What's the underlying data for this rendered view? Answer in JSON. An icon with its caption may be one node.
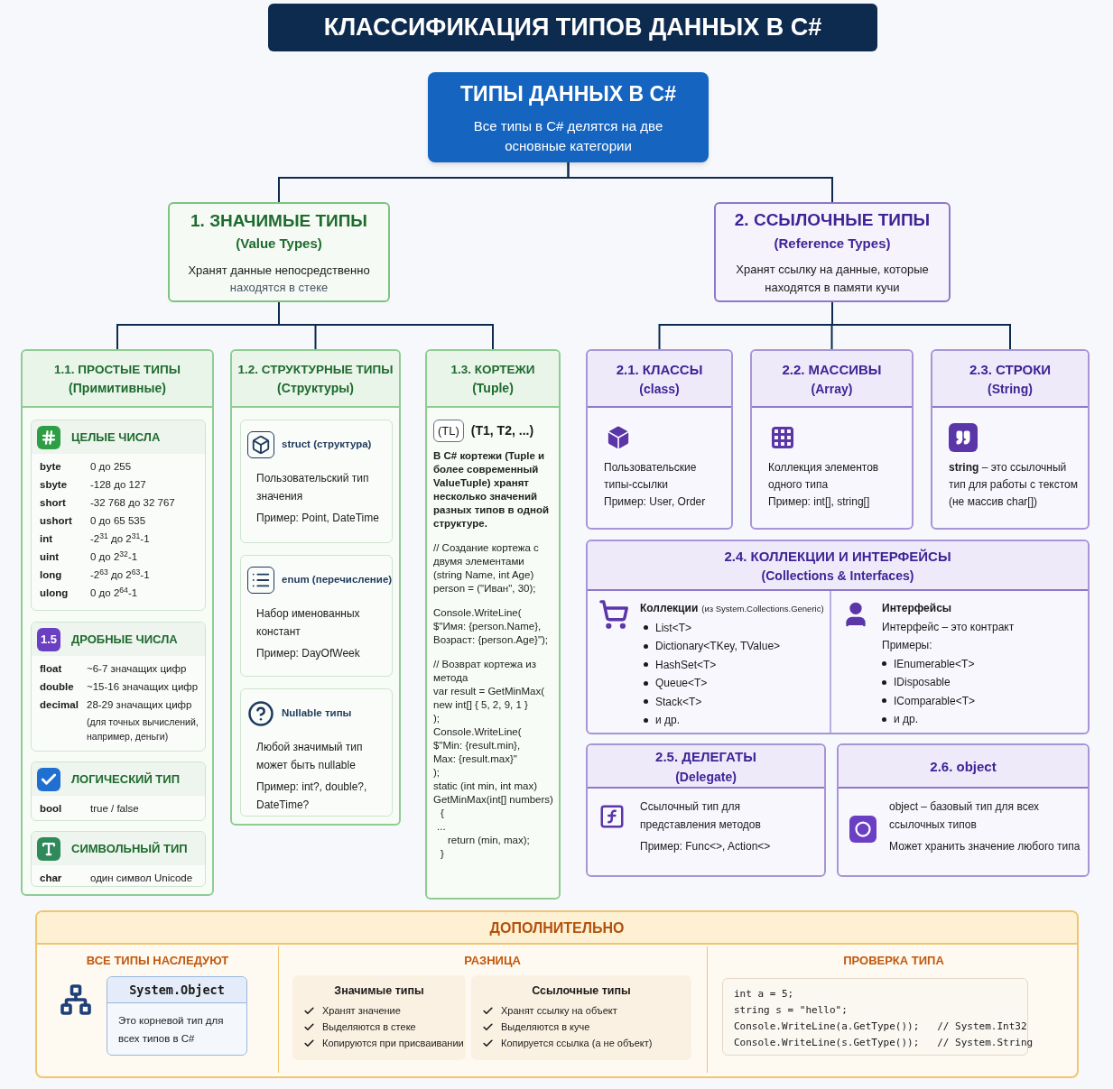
{
  "diagram": {
    "title": "КЛАССИФИКАЦИЯ ТИПОВ ДАННЫХ В C#",
    "nodes": [
      {
        "text": [
          "ТИПЫ ДАННЫХ В C#",
          "Все типы в C# делятся на две основные категории"
        ]
      },
      {
        "text": [
          "1. ЗНАЧИМЫЕ ТИПЫ",
          "(Value Types)",
          "Хранят данные непосредственно",
          "находятся в стеке"
        ]
      },
      {
        "text": [
          "2. ССЫЛОЧНЫЕ ТИПЫ",
          "(Reference Types)",
          "Хранят ссылку на данные, которые находятся в памяти кучи"
        ]
      },
      {
        "text": [
          "1.1. ПРОСТЫЕ ТИПЫ",
          "(Примитивные)"
        ]
      },
      {
        "text": [
          "ЦЕЛЫЕ ЧИСЛА",
          "byte",
          "0 до 255",
          "sbyte",
          "-128 до 127",
          "short",
          "-32 768 до 32 767",
          "ushort",
          "0 до 65 535",
          "int",
          "-2$^{31}$ до 2$^{31}$-1",
          "uint",
          "0 до 2$^{32}$-1",
          "long",
          "-2$^{63}$ до 2$^{63}$-1",
          "ulong",
          "0 до 2$^{64}$-1"
        ],
        "in": 3
      },
      {
        "text": [
          "ДРОБНЫЕ ЧИСЛА",
          "float",
          "~6-7 значащих цифр",
          "double",
          "~15-16 значащих цифр",
          "decimal",
          "28-29 значащих цифр",
          "(для точных вычислений, например, деньги)"
        ],
        "in": 3
      },
      {
        "text": [
          "ЛОГИЧЕСКИЙ ТИП",
          "bool",
          "true / false"
        ],
        "in": 3
      },
      {
        "text": [
          "СИМВОЛЬНЫЙ ТИП",
          "char",
          "один символ Unicode"
        ],
        "in": 3
      },
      {
        "text": [
          "1.2. СТРУКТУРНЫЕ ТИПЫ",
          "(Структуры)"
        ]
      },
      {
        "text": [
          "struct (структура)",
          "Пользовательский тип значения",
          "Пример: Point, DateTime"
        ],
        "in": 8
      },
      {
        "text": [
          "enum (перечисление)",
          "Набор именованных констант",
          "Пример: DayOfWeek"
        ],
        "in": 8
      },
      {
        "text": [
          "Nullable типы",
          "Любой значимый тип может быть nullable",
          "Пример: int?, double?, DateTime?"
        ],
        "in": 8
      },
      {
        "text": [
          "1.3. КОРТЕЖИ",
          "(Tuple)",
          "(T1, T2, ...)",
          "В C# кортежи (Tuple и более современный ValueTuple) хранят несколько значений разных типов в одной структуре.",
          "// Создание кортежа с двумя элементами",
          "(string Name, int Age)",
          "person = (\"Иван\", 30);",
          "Console.WriteLine(",
          "$\"Имя: {person.Name},",
          "Возраст: {person.Age}\");",
          "// Возврат кортежа из метода",
          "var result = GetMinMax(",
          "new int[] { 5, 2, 9, 1 }",
          ");",
          "Console.WriteLine(",
          "$\"Min: {result.min},",
          "Max: {result.max}\"",
          ");",
          "static (int min, int max)",
          "GetMinMax(int[] numbers)",
          "{",
          "...",
          "return (min, max);",
          "}"
        ]
      },
      {
        "text": [
          "2.1. КЛАССЫ",
          "(class)",
          "Пользовательские типы-ссылки",
          "Пример: User, Order"
        ]
      },
      {
        "text": [
          "2.2. МАССИВЫ",
          "(Array)",
          "Коллекция элементов одного типа",
          "Пример: int[], string[]"
        ]
      },
      {
        "text": [
          "2.3. СТРОКИ",
          "(String)",
          "**string** – это ссылочный тип для работы с текстом (не массив char[])"
        ]
      },
      {
        "text": [
          "2.4. КОЛЛЕКЦИИ И ИНТЕРФЕЙСЫ",
          "(Collections & Interfaces)",
          "Коллекции",
          "(из System.Collections.Generic)",
          "List<T>",
          "Dictionary<TKey, TValue>",
          "HashSet<T>",
          "Queue<T>",
          "Stack<T>",
          "и др.",
          "Интерфейсы",
          "Интерфейс – это контракт",
          "Примеры:",
          "IEnumerable<T>",
          "IDisposable",
          "IComparable<T>",
          "и др."
        ]
      },
      {
        "text": [
          "2.5. ДЕЛЕГАТЫ",
          "(Delegate)",
          "Ссылочный тип для представления методов",
          "Пример: Func<>, Action<>"
        ]
      },
      {
        "text": [
          "2.6. object",
          "object – базовый тип для всех ссылочных типов",
          "Может хранить значение любого типа"
        ]
      },
      {
        "text": [
          "ДОПОЛНИТЕЛЬНО",
          "ВСЕ ТИПЫ НАСЛЕДУЮТ",
          "РАЗНИЦА",
          "ПРОВЕРКА ТИПА"
        ]
      },
      {
        "text": [
          "System.Object",
          "Это корневой тип для всех типов в C#"
        ],
        "in": 19
      },
      {
        "text": [
          "Значимые типы",
          "Хранят значение",
          "Выделяются в стеке",
          "Копируются при присваивании"
        ],
        "in": 19
      },
      {
        "text": [
          "Ссылочные типы",
          "Хранят ссылку на объект",
          "Выделяются в куче",
          "Копируется ссылка (а не объект)"
        ],
        "in": 19
      },
      {
        "text": [
          "int a = 5;",
          "string s = \"hello\";",
          "Console.WriteLine(a.GetType());   // System.Int32",
          "Console.WriteLine(s.GetType());   // System.String"
        ],
        "in": 19
      }
    ],
    "edges": [
      {
        "from": 0,
        "to": 1,
        "arrow": "none"
      },
      {
        "from": 0,
        "to": 2,
        "arrow": "none"
      },
      {
        "from": 1,
        "to": 3,
        "arrow": "none"
      },
      {
        "from": 1,
        "to": 8,
        "arrow": "none"
      },
      {
        "from": 1,
        "to": 12,
        "arrow": "none"
      },
      {
        "from": 2,
        "to": 13,
        "arrow": "none"
      },
      {
        "from": 2,
        "to": 14,
        "arrow": "none"
      },
      {
        "from": 2,
        "to": 15,
        "arrow": "none"
      }
    ],
    "labels": [
      "1.5",
      "(TL)"
    ]
  }
}
